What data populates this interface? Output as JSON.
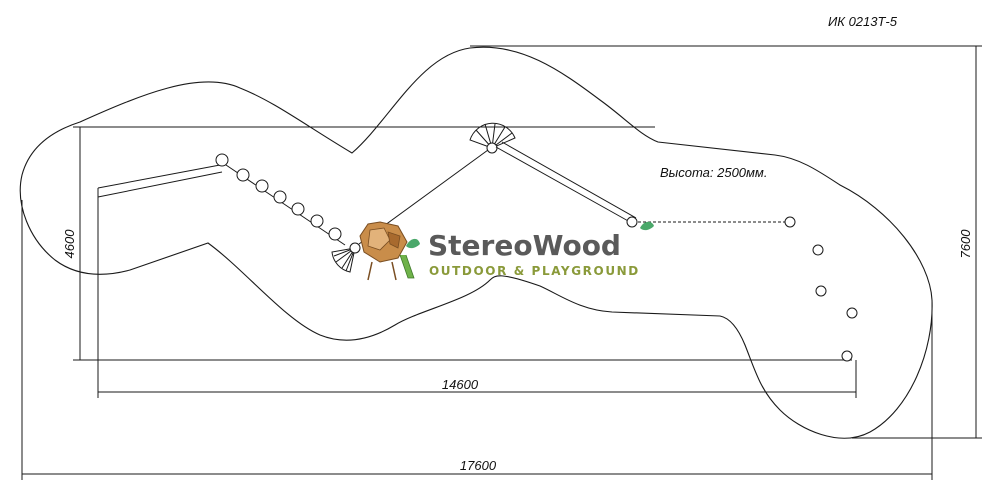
{
  "drawing_code": "ИК 0213Т-5",
  "height_note": "Высота: 2500мм.",
  "dimensions": {
    "inner_length": "14600",
    "outer_length": "17600",
    "inner_width": "4600",
    "outer_width": "7600"
  },
  "logo": {
    "brand": "StereoWood",
    "tagline": "OUTDOOR & PLAYGROUND"
  },
  "colors": {
    "line": "#1a1a1a",
    "logo_text": "#5a5a5a",
    "logo_accent": "#8a9a3a",
    "logo_leaf": "#4aa86a",
    "logo_wood": "#b07a3a"
  }
}
